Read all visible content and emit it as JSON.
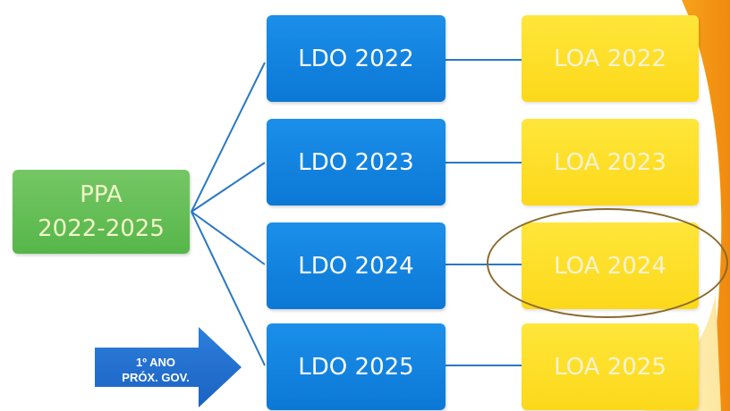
{
  "colors": {
    "ppa": "#5bbb4e",
    "ldo": "#1283de",
    "loa": "#fde02a",
    "arrow": "#1f6fd0",
    "highlight": "#8a6a2c",
    "connector": "#2a78c4"
  },
  "ppa": {
    "line1": "PPA",
    "line2": "2022-2025"
  },
  "ldo": [
    {
      "label": "LDO 2022"
    },
    {
      "label": "LDO 2023"
    },
    {
      "label": "LDO 2024"
    },
    {
      "label": "LDO 2025"
    }
  ],
  "loa": [
    {
      "label": "LOA 2022"
    },
    {
      "label": "LOA 2023"
    },
    {
      "label": "LOA 2024",
      "highlighted": true
    },
    {
      "label": "LOA 2025"
    }
  ],
  "note_arrow": {
    "line1": "1º ANO",
    "line2": "PRÓX. GOV."
  }
}
